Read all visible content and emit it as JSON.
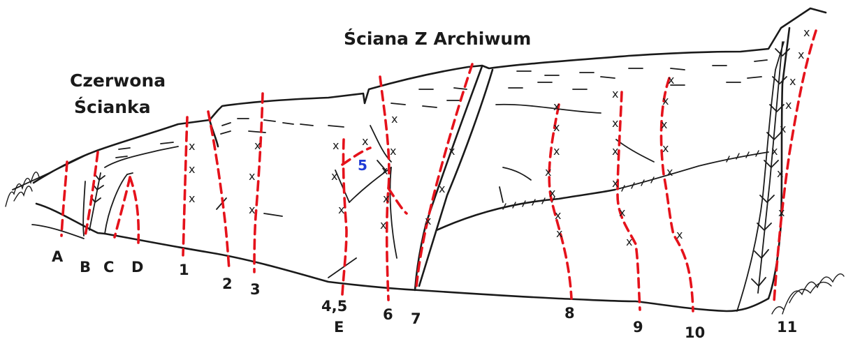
{
  "wall_titles": {
    "czerwona_line1": "Czerwona",
    "czerwona_line2": "Ścianka",
    "archiwum": "Ściana Z Archiwum"
  },
  "route_labels": {
    "A": "A",
    "B": "B",
    "C": "C",
    "D": "D",
    "r1": "1",
    "r2": "2",
    "r3": "3",
    "r45": "4,5",
    "E": "E",
    "r5_blue": "5",
    "r6": "6",
    "r7": "7",
    "r8": "8",
    "r9": "9",
    "r10": "10",
    "r11": "11"
  },
  "bolt_mark": "x",
  "colors": {
    "route_line": "#e5121b",
    "rock_outline": "#1a1a1a",
    "label_text": "#1a1a1a",
    "route5_label": "#1f3bd6"
  }
}
